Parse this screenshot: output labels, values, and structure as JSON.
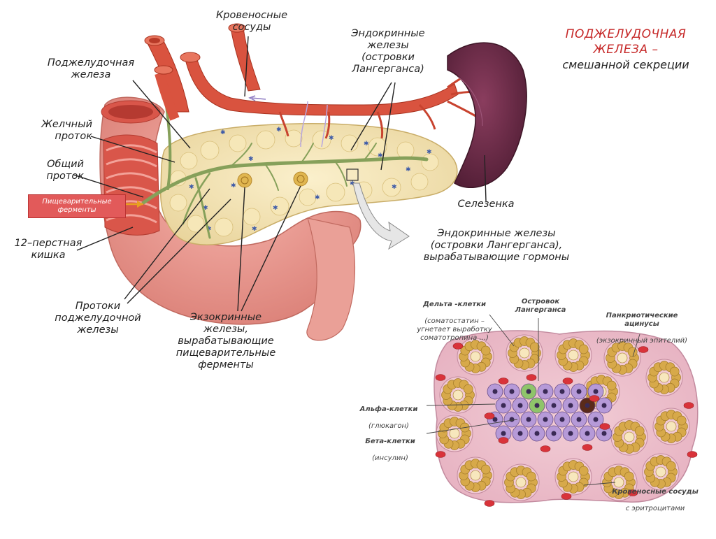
{
  "title": {
    "line1": "ПОДЖЕЛУДОЧНАЯ",
    "line2": "ЖЕЛЕЗА –",
    "line3": "смешанной секреции"
  },
  "labels": {
    "blood_vessels": "Кровеносные\nсосуды",
    "endocrine_glands": "Эндокринные\nжелезы\n(островки\nЛангерганса)",
    "pancreas": "Поджелудочная\nжелеза",
    "bile_duct": "Желчный\nпроток",
    "common_duct": "Общий\nпроток",
    "digestive_enzymes_box": "Пищеварительные\nферменты",
    "duodenum": "12–перстная\nкишка",
    "spleen": "Селезенка",
    "endocrine_hormones": "Эндокринные железы\n(островки Лангерганса),\nвырабатывающие гормоны",
    "pancreatic_ducts": "Протоки\nподжелудочной\nжелезы",
    "exocrine_glands": "Экзокринные\nжелезы,\nвырабатывающие\nпищеварительные\nферменты"
  },
  "detail": {
    "delta_title": "Дельта -клетки",
    "delta_note": "(соматостатин –\nугнетает выработку\nсоматотропина ...)",
    "islet_title": "Островок\nЛангерганса",
    "acini_title": "Панкриотические\nацинусы",
    "acini_note": "(экзокринный эпителий)",
    "alpha_title": "Альфа-клетки",
    "alpha_note": "(глюкагон)",
    "beta_title": "Бета-клетки",
    "beta_note": "(инсулин)",
    "vessels_title": "Кровеносные сосуды",
    "vessels_note": "с эритроцитами"
  },
  "colors": {
    "accent_title": "#c62828",
    "tissue": "#f3e3b5",
    "duodenum": "#e9978f",
    "artery": "#d9533f",
    "spleen": "#6b2a45",
    "duct": "#86a05a",
    "enzyme_box": "#e25a5a",
    "acinus": "#d7a94a",
    "alpha_cell": "#8fc46a",
    "beta_cell": "#b69ad8",
    "delta_cell": "#5a2a1a",
    "erythrocyte": "#d9333a"
  }
}
